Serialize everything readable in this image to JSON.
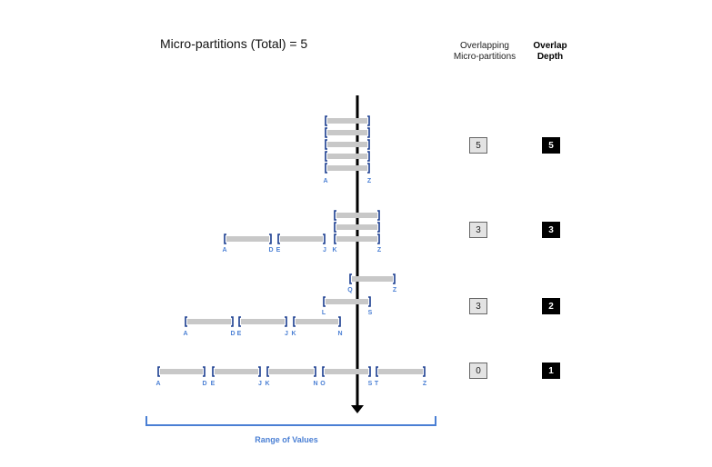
{
  "title": "Micro-partitions (Total) = 5",
  "columns": {
    "overlapping": "Overlapping\nMicro-partitions",
    "depth": "Overlap\nDepth"
  },
  "range_label": "Range of Values",
  "colors": {
    "bar": "#c8c8c8",
    "bracket": "#1a3d8f",
    "letter": "#4a7fd4",
    "axis": "#000000"
  },
  "scenarios": [
    {
      "overlapping": "5",
      "depth": "5",
      "groups": [
        {
          "partitions": [
            {
              "from": "A",
              "to": "Z"
            },
            {
              "from": "A",
              "to": "Z"
            },
            {
              "from": "A",
              "to": "Z"
            },
            {
              "from": "A",
              "to": "Z"
            },
            {
              "from": "A",
              "to": "Z"
            }
          ]
        }
      ]
    },
    {
      "overlapping": "3",
      "depth": "3",
      "groups": [
        {
          "partitions": [
            {
              "from": "K",
              "to": "Z"
            },
            {
              "from": "K",
              "to": "Z"
            },
            {
              "from": "K",
              "to": "Z"
            }
          ]
        },
        {
          "partitions": [
            {
              "from": "A",
              "to": "D"
            },
            {
              "from": "E",
              "to": "J"
            }
          ]
        }
      ]
    },
    {
      "overlapping": "3",
      "depth": "2",
      "groups": [
        {
          "partitions": [
            {
              "from": "Q",
              "to": "Z"
            }
          ]
        },
        {
          "partitions": [
            {
              "from": "L",
              "to": "S"
            }
          ]
        },
        {
          "partitions": [
            {
              "from": "A",
              "to": "D"
            },
            {
              "from": "E",
              "to": "J"
            },
            {
              "from": "K",
              "to": "N"
            }
          ]
        }
      ]
    },
    {
      "overlapping": "0",
      "depth": "1",
      "groups": [
        {
          "partitions": [
            {
              "from": "A",
              "to": "D"
            },
            {
              "from": "E",
              "to": "J"
            },
            {
              "from": "K",
              "to": "N"
            },
            {
              "from": "O",
              "to": "S"
            },
            {
              "from": "T",
              "to": "Z"
            }
          ]
        }
      ]
    }
  ]
}
